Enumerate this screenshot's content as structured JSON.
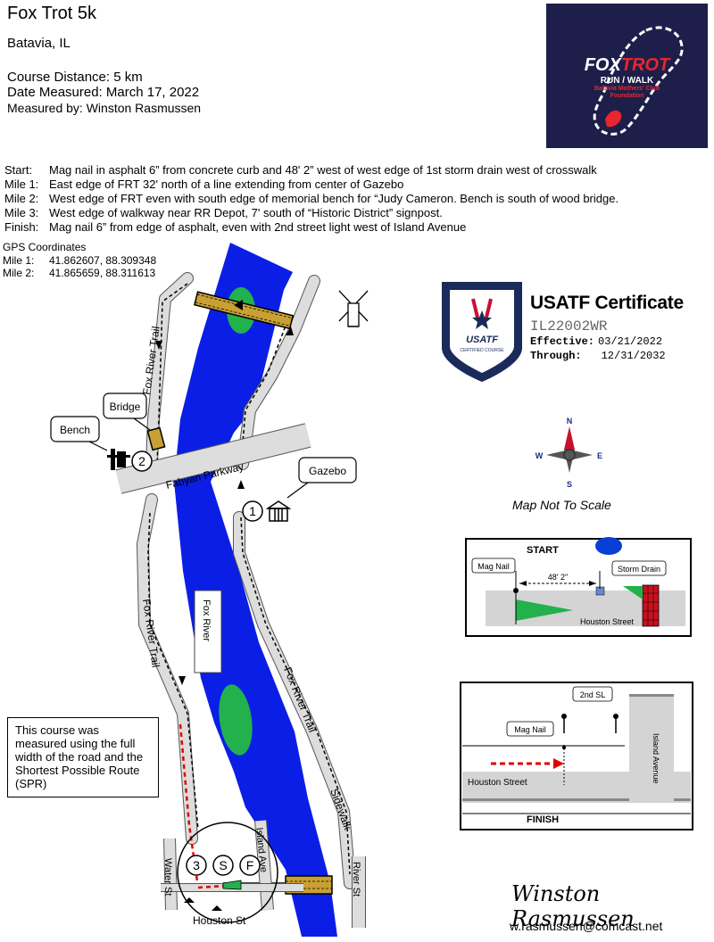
{
  "header": {
    "title": "Fox Trot 5k",
    "location": "Batavia, IL",
    "distance": "Course Distance: 5 km",
    "date_measured": "Date Measured: March 17, 2022",
    "measured_by": "Measured by: Winston Rasmussen"
  },
  "logo": {
    "fox": "FOX",
    "trot": "TROT",
    "runwalk": "RUN / WALK",
    "org1": "Batavia Mothers' Club",
    "org2": "Foundation",
    "colors": {
      "background": "#1d1f4a",
      "accent": "#e8262e"
    }
  },
  "course": {
    "start_label": "Start:",
    "start_text": "Mag nail in asphalt 6” from concrete curb and 48' 2” west of west edge of 1st storm drain west of crosswalk",
    "mile1_label": "Mile 1:",
    "mile1_text": "East edge of FRT 32' north of a line extending from center of Gazebo",
    "mile2_label": "Mile 2:",
    "mile2_text": "West edge of FRT even with south edge of memorial bench for “Judy Cameron. Bench is south of wood bridge.",
    "mile3_label": "Mile 3:",
    "mile3_text": "West edge of walkway near RR Depot, 7' south of “Historic District” signpost.",
    "finish_label": "Finish:",
    "finish_text": "Mag nail 6” from edge of asphalt, even with 2nd street light west of Island Avenue"
  },
  "gps": {
    "title": "GPS Coordinates",
    "mile1_label": "Mile 1:",
    "mile1_value": "41.862607, 88.309348",
    "mile2_label": "Mile 2:",
    "mile2_value": "41.865659, 88.311613"
  },
  "certificate": {
    "title": "USATF Certificate",
    "number": "IL22002WR",
    "effective_label": "Effective:",
    "effective_date": "03/21/2022",
    "through_label": "Through:",
    "through_date": "12/31/2032",
    "badge_text": "USATF",
    "badge_sub": "CERTIFIED COURSE"
  },
  "compass": {
    "n": "N",
    "e": "E",
    "s": "S",
    "w": "W"
  },
  "scale_note": "Map Not To Scale",
  "map_labels": {
    "fox_river_trail_upper": "Fox River Trail",
    "fox_river_trail_left": "Fox River Trail",
    "fox_river_trail_right": "Fox River Trail",
    "fabyan_parkway": "Fabyan Parkway",
    "fox_river": "Fox River",
    "sidewalk": "Sidewalk",
    "island_ave": "Island Ave",
    "river_st": "River St",
    "water_st": "Water St",
    "houston_st": "Houston St",
    "bridge": "Bridge",
    "bench": "Bench",
    "gazebo": "Gazebo",
    "marker_1": "1",
    "marker_2": "2",
    "marker_3": "3",
    "marker_s": "S",
    "marker_f": "F"
  },
  "start_inset": {
    "title": "START",
    "mag_nail": "Mag Nail",
    "distance": "48' 2\"",
    "storm_drain": "Storm Drain",
    "street": "Houston Street"
  },
  "finish_inset": {
    "title": "FINISH",
    "second_sl": "2nd SL",
    "mag_nail": "Mag Nail",
    "street": "Houston Street",
    "avenue": "Island Avenue"
  },
  "note": "This course was measured using the full width of the road and the Shortest Possible Route (SPR)",
  "signature": "Winston Rasmussen",
  "email": "w.rasmussen@comcast.net"
}
